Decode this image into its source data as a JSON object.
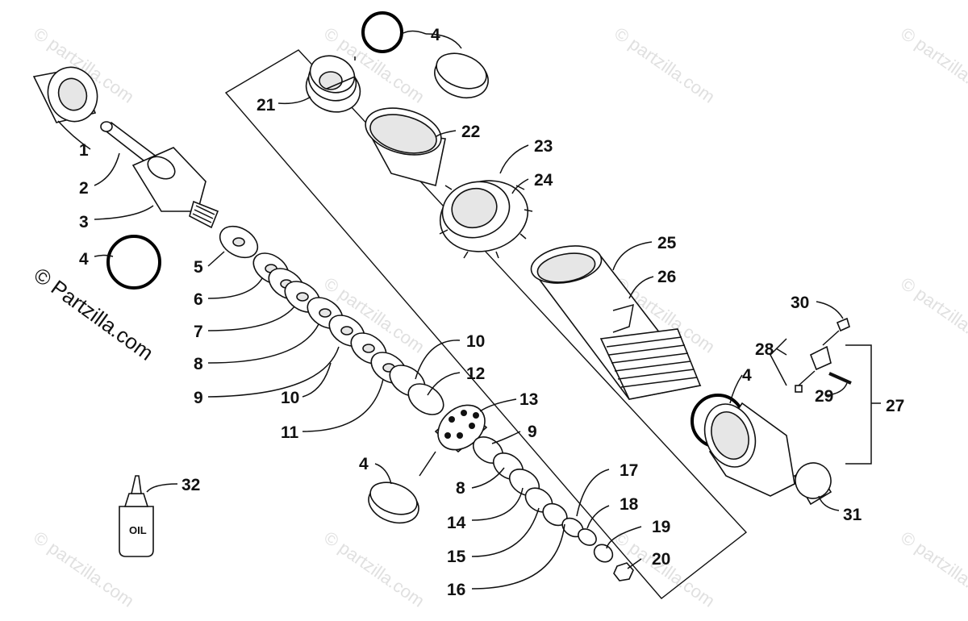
{
  "watermark": {
    "text": "© Partzilla.com",
    "repeat_text": "© partzilla.com"
  },
  "oil_label": "OIL",
  "callouts": {
    "c1": "1",
    "c2": "2",
    "c3": "3",
    "c4a": "4",
    "c4b": "4",
    "c4c": "4",
    "c4d": "4",
    "c5": "5",
    "c6": "6",
    "c7": "7",
    "c8a": "8",
    "c8b": "8",
    "c9a": "9",
    "c9b": "9",
    "c10a": "10",
    "c10b": "10",
    "c11": "11",
    "c12": "12",
    "c13": "13",
    "c14": "14",
    "c15": "15",
    "c16": "16",
    "c17": "17",
    "c18": "18",
    "c19": "19",
    "c20": "20",
    "c21": "21",
    "c22": "22",
    "c23": "23",
    "c24": "24",
    "c25": "25",
    "c26": "26",
    "c27": "27",
    "c28": "28",
    "c29": "29",
    "c30": "30",
    "c31": "31",
    "c32": "32"
  }
}
